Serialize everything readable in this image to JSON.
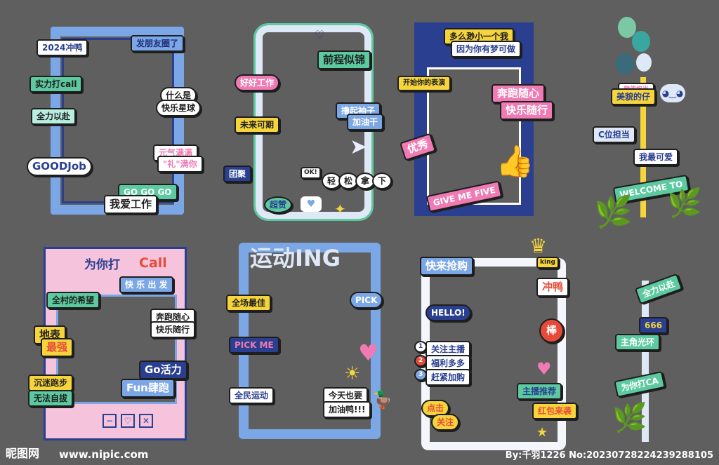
{
  "panel1": {
    "tags": [
      "2024冲鸭",
      "发朋友圈了",
      "实力打call",
      "全力以赴",
      "什么是",
      "快乐星球",
      "GOODJob",
      "元气满满",
      "\"礼\"满你",
      "GO GO GO",
      "我爱工作"
    ]
  },
  "panel2": {
    "tags": [
      "前程似锦",
      "好好工作",
      "撸起袖子",
      "加油干",
      "未来可期",
      "团聚",
      "OK!",
      "轻",
      "松",
      "拿",
      "下",
      "超赞"
    ]
  },
  "panel3": {
    "tags": [
      "多么渺小一个我",
      "因为你有梦可做",
      "开始你的表演",
      "奔跑随心",
      "快乐随行",
      "优秀",
      "GIVE ME FIVE"
    ]
  },
  "panel4": {
    "tags": [
      "颜值担当",
      "美貌的仔",
      "C位担当",
      "我最可爱",
      "WELCOME TO"
    ]
  },
  "panel5": {
    "tags": [
      "为你打",
      "Call",
      "快 乐 出 发",
      "全村的希望",
      "奔跑随心",
      "快乐随行",
      "地表",
      "最强",
      "Go活力",
      "Fun肆跑",
      "沉迷跑步",
      "无法自拔"
    ]
  },
  "panel6": {
    "tags": [
      "运动ING",
      "全场最佳",
      "PICK",
      "PICK ME",
      "全民运动",
      "今天也要",
      "加油鸭!!!"
    ]
  },
  "panel7": {
    "tags": [
      "快来抢购",
      "king",
      "冲鸭",
      "HELLO!",
      "1",
      "关注主播",
      "2",
      "福利多多",
      "3",
      "赶紧加购",
      "棒",
      "主播推荐",
      "点击",
      "关注",
      "红包来袭"
    ]
  },
  "panel8": {
    "tags": [
      "全力以赴",
      "666",
      "主角光环",
      "为你打CA"
    ]
  },
  "footer": {
    "logo": "昵图网",
    "url": "www.nipic.com",
    "credit": "By:千羽1226 No:20230728224239288105"
  },
  "colors": {
    "background": "#5f5f5f",
    "blue": "#7ca7e6",
    "navy": "#2a3f8f",
    "pink": "#f07ab3",
    "yellow": "#f5d43c",
    "green": "#5cc9a0",
    "red": "#e84a3a"
  }
}
